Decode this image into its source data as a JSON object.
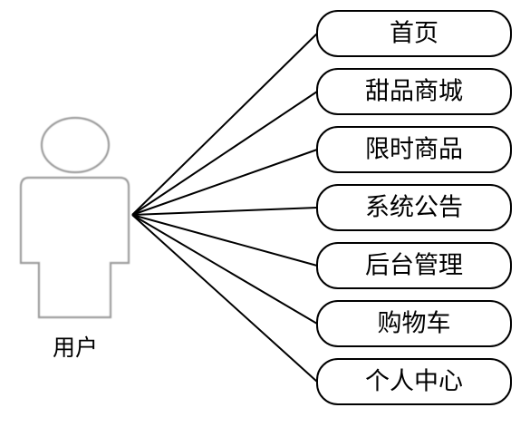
{
  "actor": {
    "label": "用户"
  },
  "use_cases": [
    {
      "label": "首页"
    },
    {
      "label": "甜品商城"
    },
    {
      "label": "限时商品"
    },
    {
      "label": "系统公告"
    },
    {
      "label": "后台管理"
    },
    {
      "label": "购物车"
    },
    {
      "label": "个人中心"
    }
  ]
}
